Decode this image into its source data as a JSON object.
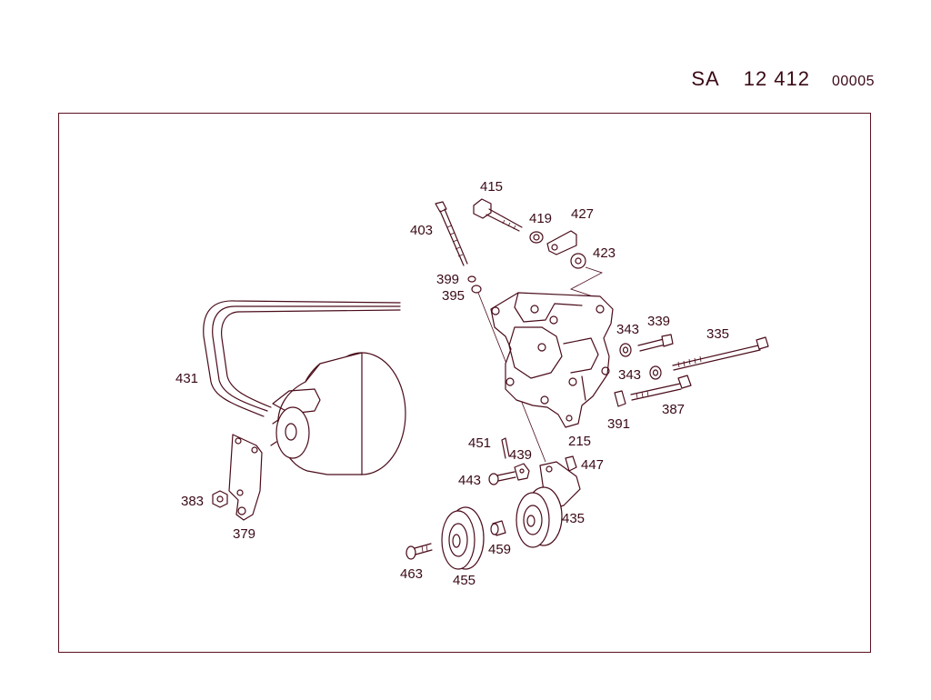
{
  "header": {
    "prefix": "SA",
    "number": "12 412",
    "code": "00005"
  },
  "labels": {
    "p415": "415",
    "p403": "403",
    "p419": "419",
    "p427": "427",
    "p423": "423",
    "p399": "399",
    "p395": "395",
    "p343a": "343",
    "p339": "339",
    "p335": "335",
    "p343b": "343",
    "p387": "387",
    "p391": "391",
    "p431": "431",
    "p215": "215",
    "p451": "451",
    "p439": "439",
    "p447": "447",
    "p443": "443",
    "p435": "435",
    "p383": "383",
    "p379": "379",
    "p459": "459",
    "p463": "463",
    "p455": "455"
  }
}
